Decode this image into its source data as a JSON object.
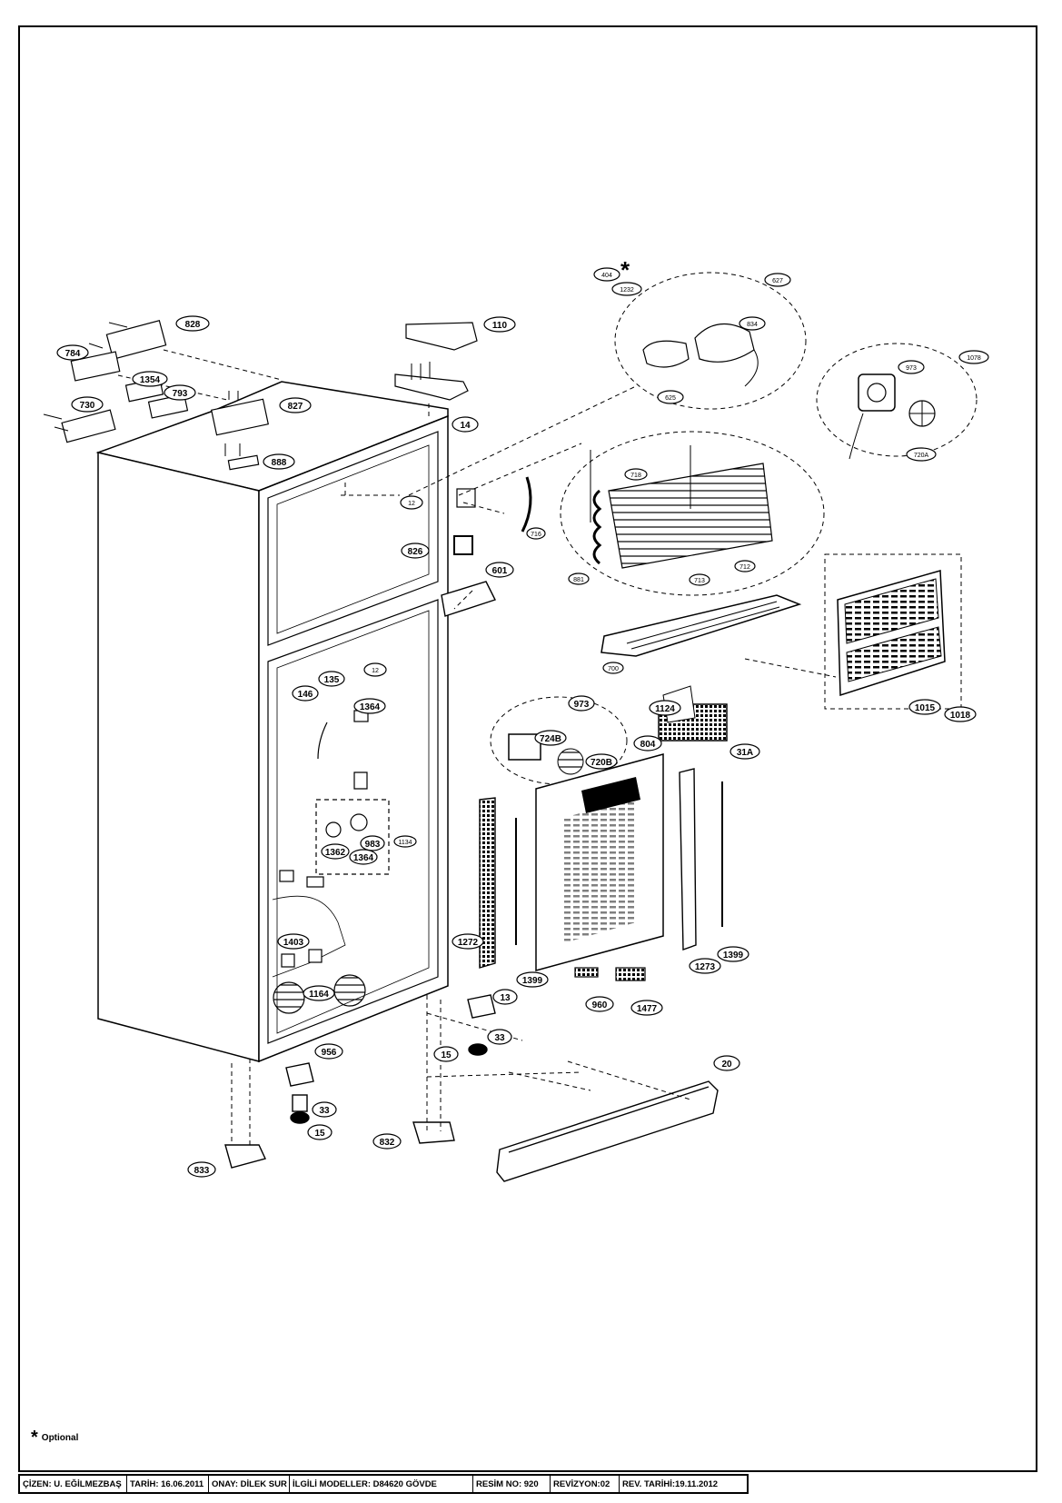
{
  "optional_note": {
    "symbol": "*",
    "text": "Optional"
  },
  "title_block": {
    "drawn_by": "ÇİZEN: U. EĞİLMEZBAŞ",
    "date": "TARİH: 16.06.2011",
    "approved": "ONAY: DİLEK SUR",
    "models": "İLGİLİ MODELLER: D84620 GÖVDE",
    "drawing_no": "RESİM NO: 920",
    "revision": "REVİZYON:02",
    "revision_date": "REV. TARİHİ:19.11.2012"
  },
  "callouts": {
    "c828": "828",
    "c784": "784",
    "c1354": "1354",
    "c793": "793",
    "c730": "730",
    "c827": "827",
    "c888": "888",
    "c110": "110",
    "c14": "14",
    "c404": "404",
    "c1232": "1232",
    "c627": "627",
    "c834": "834",
    "c625": "625",
    "c1078": "1078",
    "c973a": "973",
    "c720A": "720A",
    "c718": "718",
    "c716": "716",
    "c881": "881",
    "c713": "713",
    "c712": "712",
    "c12a": "12",
    "c826": "826",
    "c601": "601",
    "c12b": "12",
    "c135": "135",
    "c146": "146",
    "c1364a": "1364",
    "c700": "700",
    "c1015": "1015",
    "c1018": "1018",
    "c973b": "973",
    "c1124": "1124",
    "c724B": "724B",
    "c720B": "720B",
    "c804": "804",
    "c31A": "31A",
    "c1362": "1362",
    "c983": "983",
    "c1364b": "1364",
    "c1134": "1134",
    "c1272": "1272",
    "c1399a": "1399",
    "c1273": "1273",
    "c1399b": "1399",
    "c1403": "1403",
    "c1164": "1164",
    "c960": "960",
    "c1477": "1477",
    "c13": "13",
    "c33a": "33",
    "c15a": "15",
    "c956": "956",
    "c33b": "33",
    "c15b": "15",
    "c20": "20",
    "c832": "832",
    "c833": "833"
  }
}
